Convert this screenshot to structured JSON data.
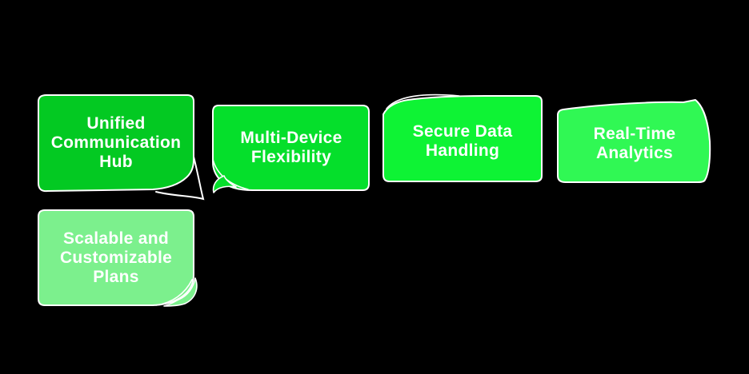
{
  "canvas": {
    "background": "#000000"
  },
  "cards": [
    {
      "label": "Unified Communication Hub",
      "lines": [
        "Unified",
        "Communication",
        "Hub"
      ],
      "color": "#03c922",
      "border": "#ffffff",
      "text_color": "#ffffff",
      "curl_position": "bottom-right"
    },
    {
      "label": "Multi-Device Flexibility",
      "lines": [
        "Multi-Device",
        "Flexibility"
      ],
      "color": "#05df2b",
      "border": "#ffffff",
      "text_color": "#ffffff",
      "curl_position": "bottom-left"
    },
    {
      "label": "Secure Data Handling",
      "lines": [
        "Secure Data",
        "Handling"
      ],
      "color": "#0ef334",
      "border": "#ffffff",
      "text_color": "#ffffff",
      "curl_position": "top-left"
    },
    {
      "label": "Real-Time Analytics",
      "lines": [
        "Real-Time",
        "Analytics"
      ],
      "color": "#30f854",
      "border": "#ffffff",
      "text_color": "#ffffff",
      "curl_position": "top-right"
    },
    {
      "label": "Scalable and Customizable Plans",
      "lines": [
        "Scalable and",
        "Customizable",
        "Plans"
      ],
      "color": "#7cf08d",
      "border": "#ffffff",
      "text_color": "#ffffff",
      "curl_position": "bottom-right"
    }
  ]
}
